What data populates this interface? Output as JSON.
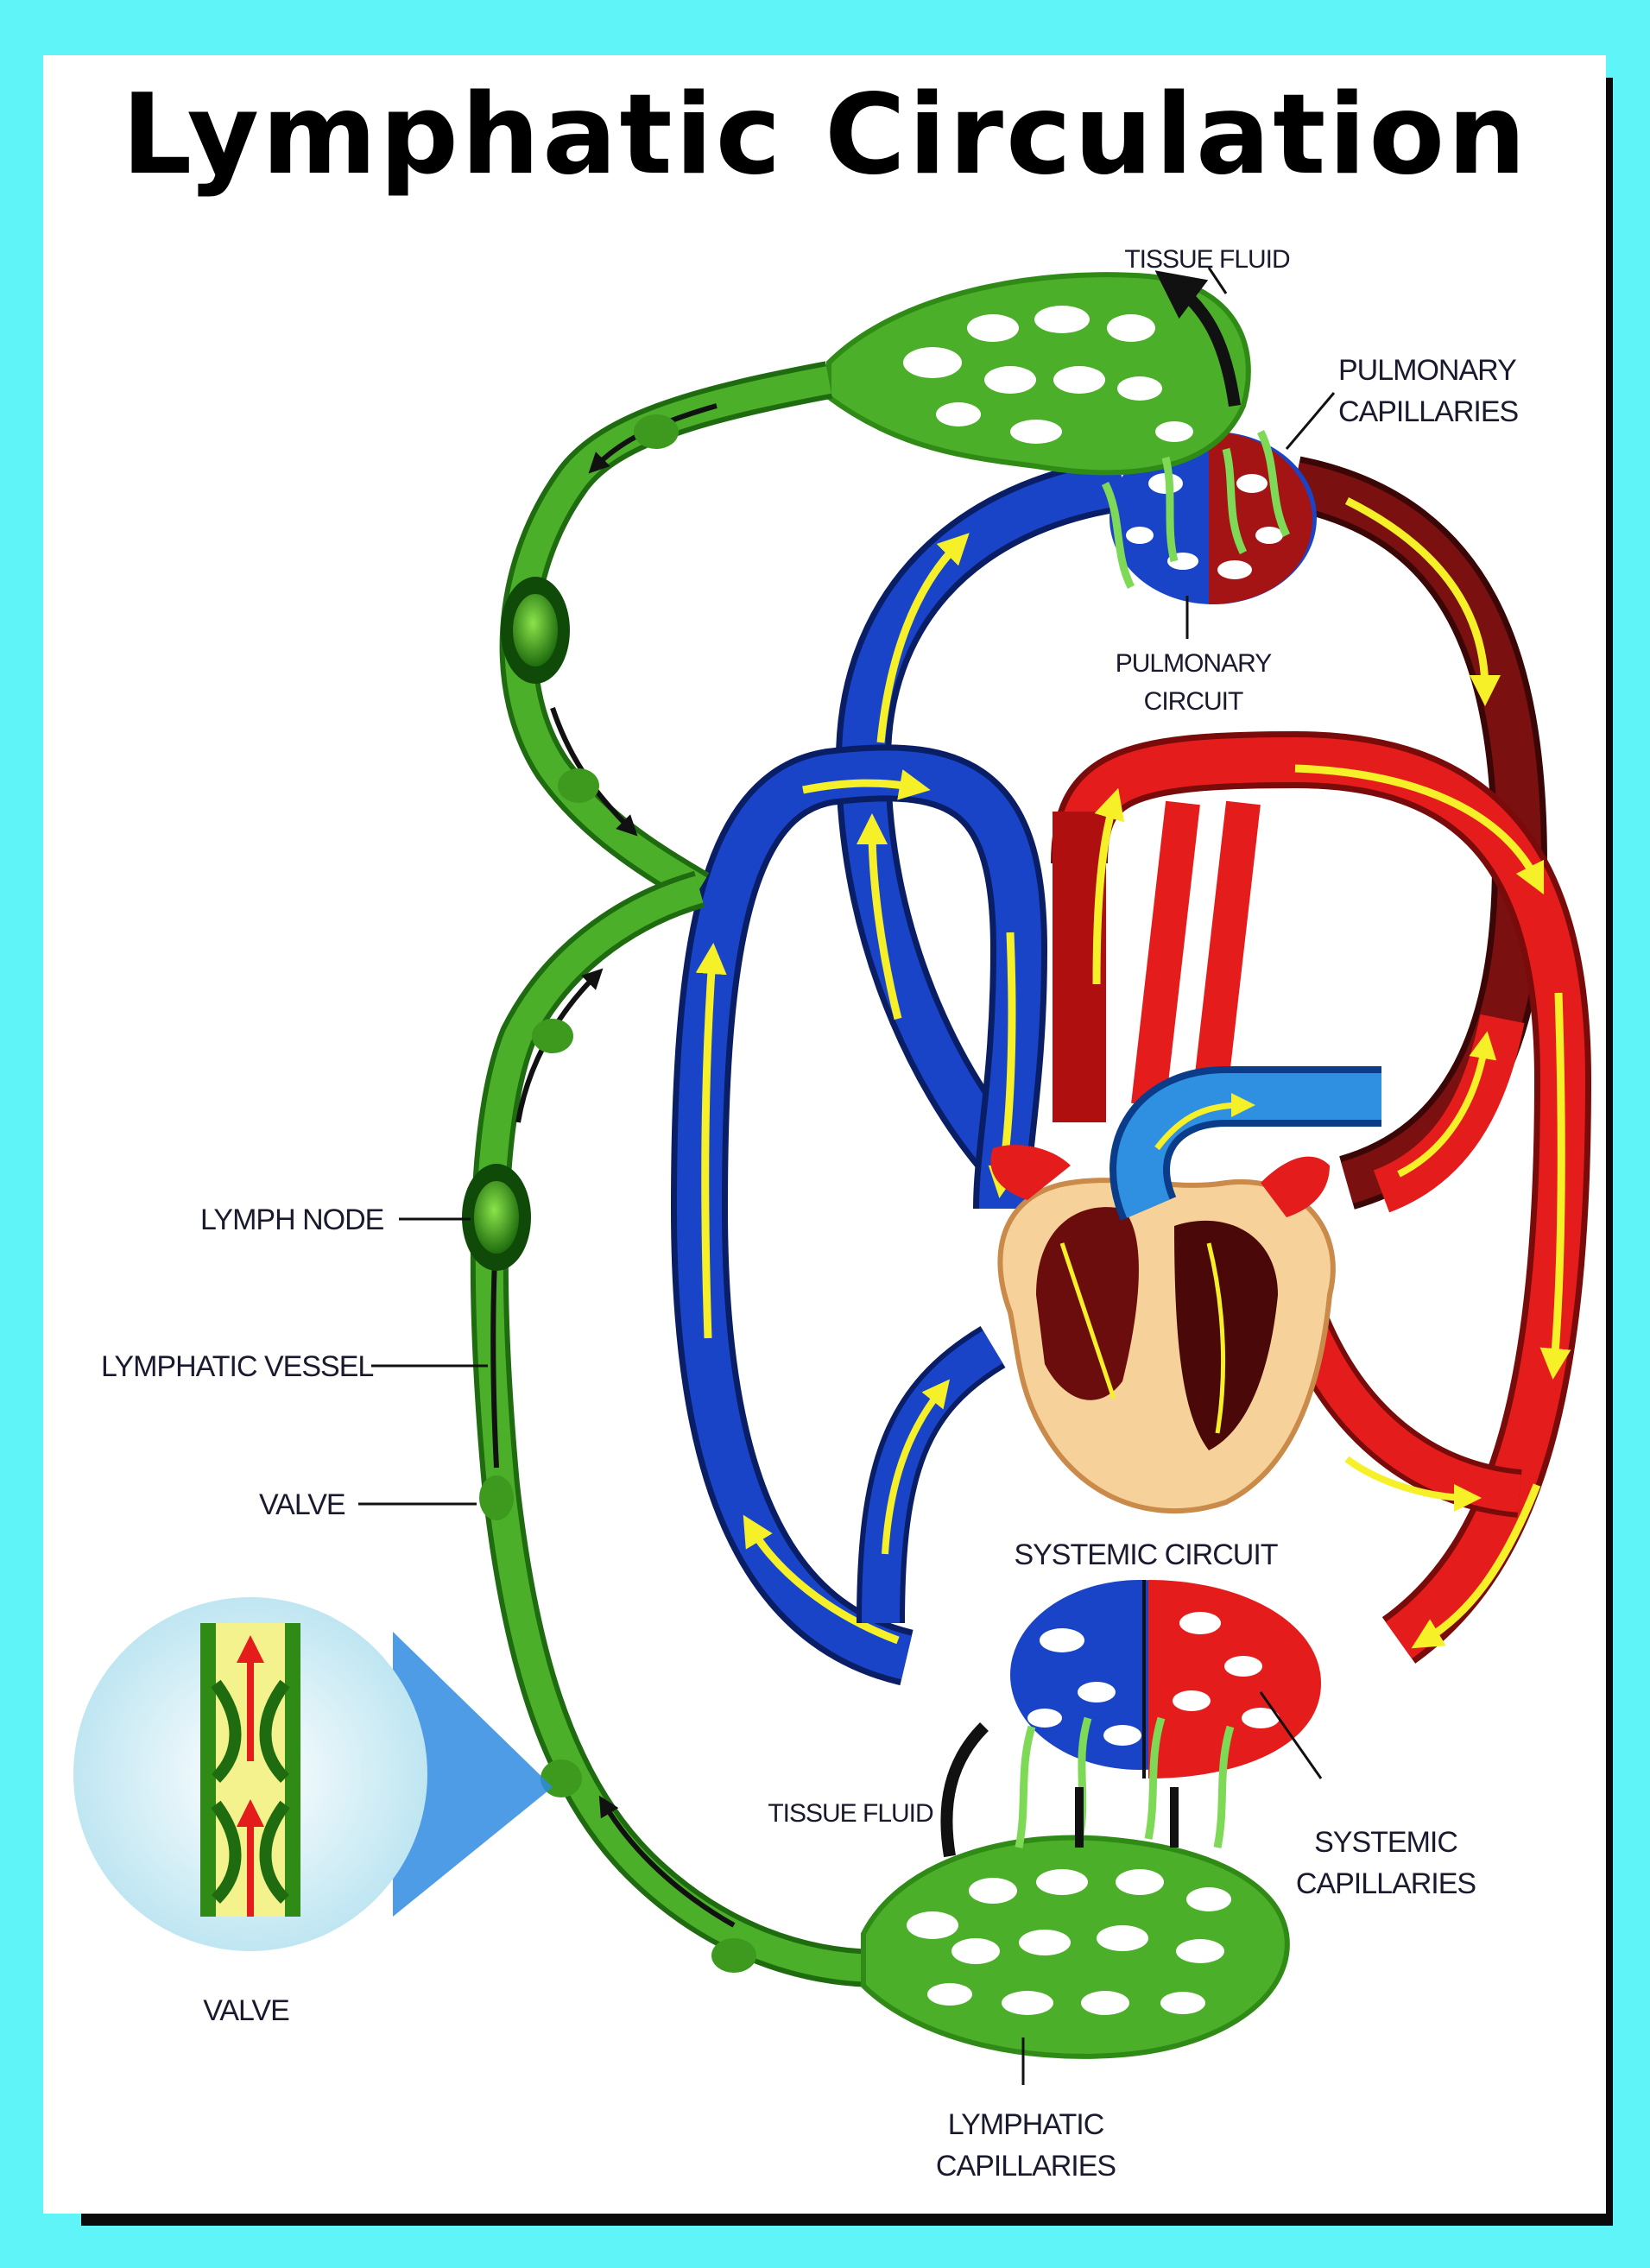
{
  "title": "Lymphatic Circulation",
  "labels": {
    "tissue_fluid_top": "TISSUE FLUID",
    "pulmonary_capillaries_1": "PULMONARY",
    "pulmonary_capillaries_2": "CAPILLARIES",
    "pulmonary_circuit_1": "PULMONARY",
    "pulmonary_circuit_2": "CIRCUIT",
    "lymph_node": "LYMPH NODE",
    "lymphatic_vessel": "LYMPHATIC VESSEL",
    "valve": "VALVE",
    "valve_inset": "VALVE",
    "systemic_circuit": "SYSTEMIC CIRCUIT",
    "tissue_fluid_bottom": "TISSUE FLUID",
    "systemic_capillaries_1": "SYSTEMIC",
    "systemic_capillaries_2": "CAPILLARIES",
    "lymphatic_capillaries_1": "LYMPHATIC",
    "lymphatic_capillaries_2": "CAPILLARIES"
  },
  "colors": {
    "background": "#5ff5f8",
    "lymph_green": "#4caf2a",
    "lymph_dark": "#1e6b10",
    "blood_red": "#e41c1c",
    "blood_blue": "#1a44c8",
    "deoxy_dark": "#6b0d0d",
    "flow_arrow": "#f5f028"
  }
}
